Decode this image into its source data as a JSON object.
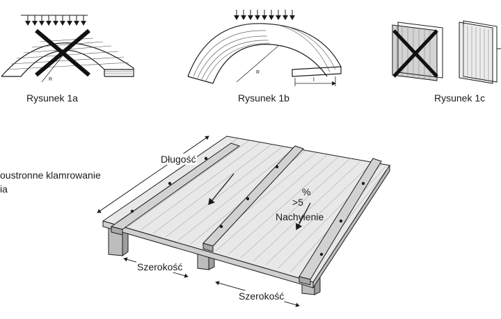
{
  "figures": {
    "fig1a": {
      "caption": "Rysunek 1a"
    },
    "fig1b": {
      "caption": "Rysunek 1b",
      "radius_mark": "R",
      "length_mark": "l"
    },
    "fig1c": {
      "caption": "Rysunek 1c"
    },
    "fig1a_radius_mark": "R"
  },
  "left_text": {
    "line1": "oustronne klamrowanie",
    "line2": "ia"
  },
  "main": {
    "length_label": "Długość",
    "slope_percent": "%",
    "slope_value": ">5",
    "slope_label": "Nachylenie",
    "width_label_left": "Szerokość",
    "width_label_right": "Szerokość"
  },
  "colors": {
    "ink": "#1a1a1a",
    "sheet": "#e6e6e6",
    "profile": "#cfcfcf",
    "support": "#bdbdbd"
  }
}
